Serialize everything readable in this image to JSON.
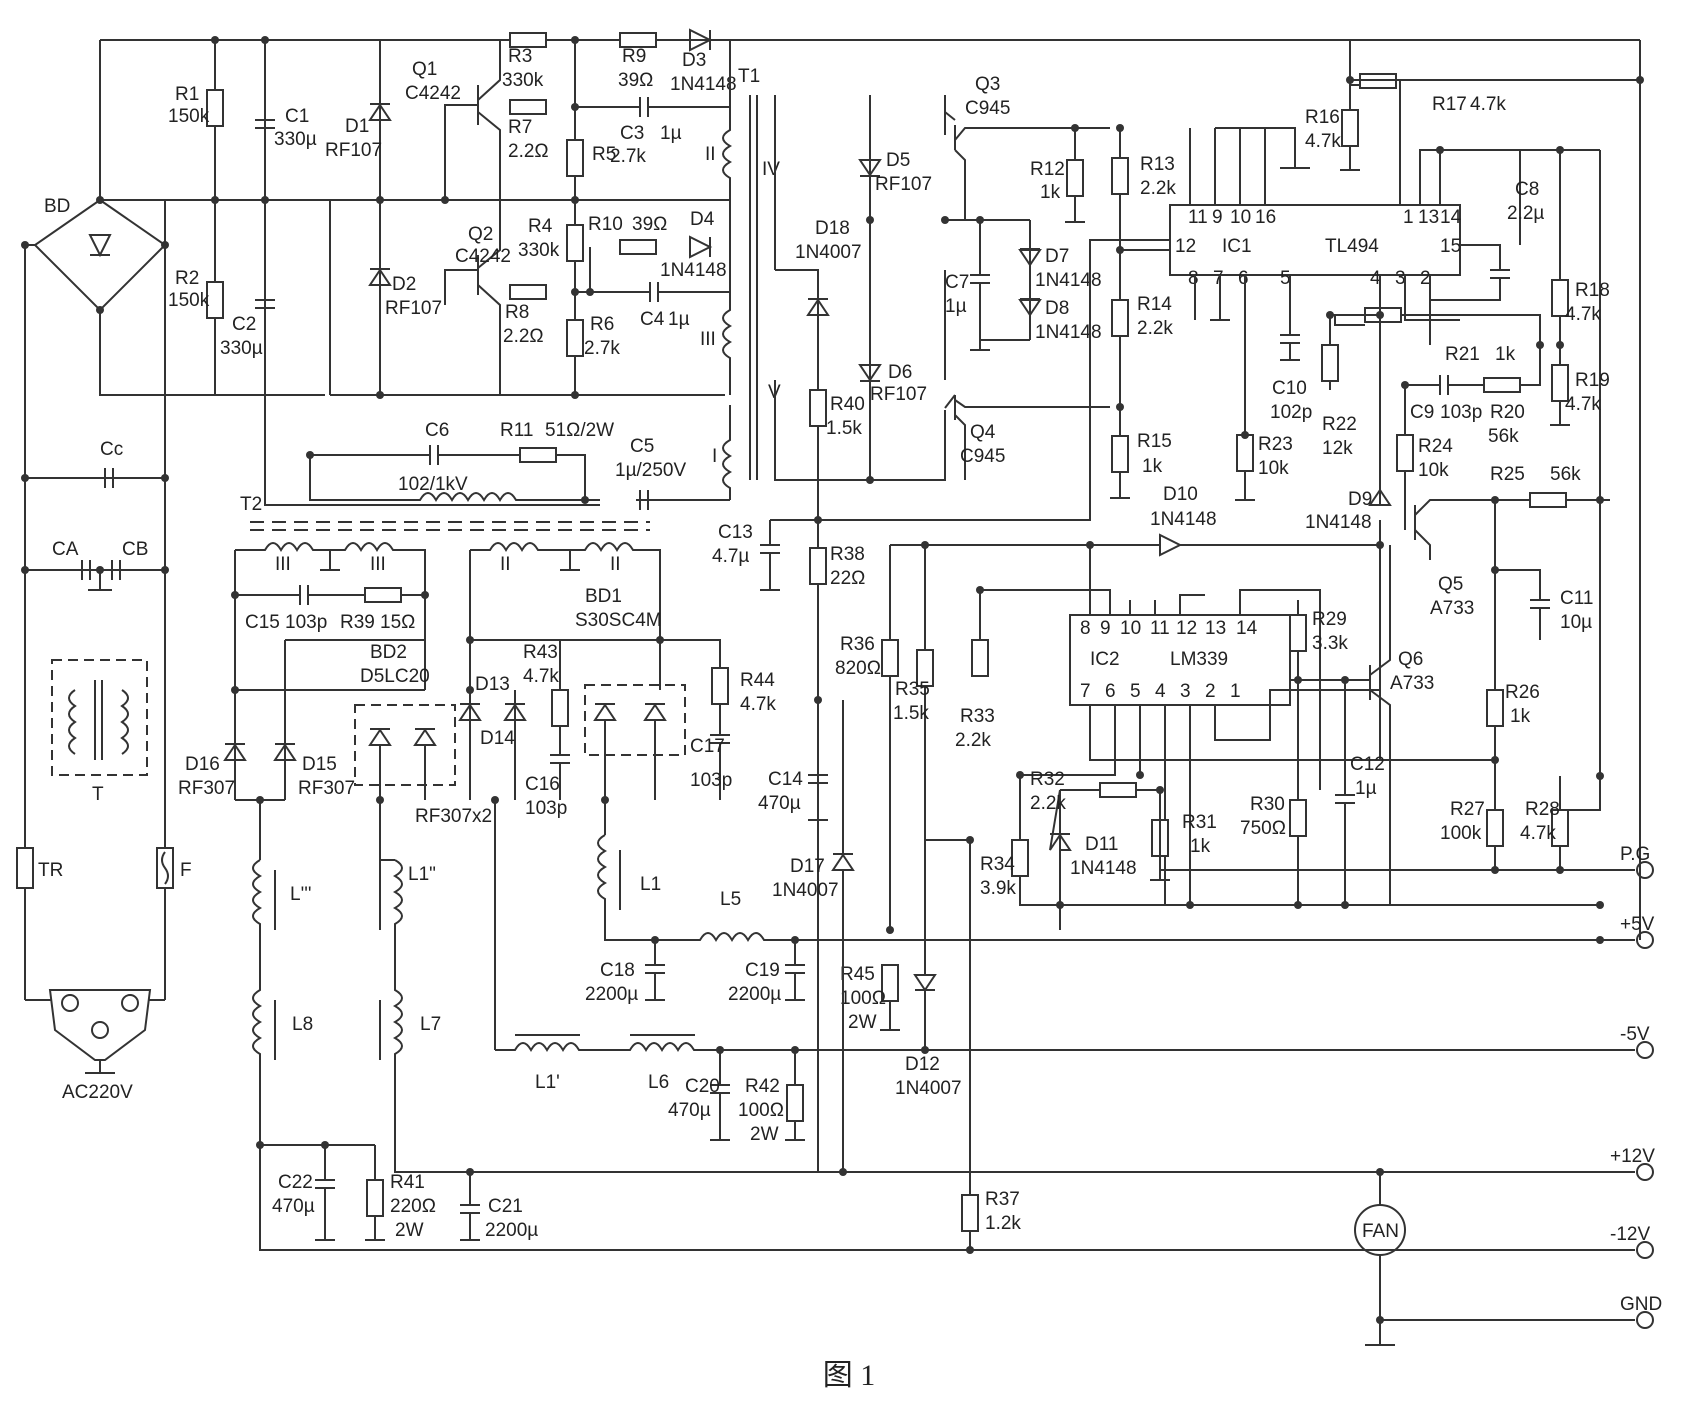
{
  "figure": {
    "caption": "图 1",
    "ic1": {
      "ref": "IC1",
      "part": "TL494",
      "pins_top": [
        "11",
        "9",
        "10",
        "16",
        "1",
        "13",
        "14"
      ],
      "pins_left": [
        "12"
      ],
      "pins_right": [
        "15"
      ],
      "pins_bottom": [
        "8",
        "7",
        "6",
        "5",
        "4",
        "3",
        "2"
      ]
    },
    "ic2": {
      "ref": "IC2",
      "part": "LM339",
      "pins_top": [
        "8",
        "9",
        "10",
        "11",
        "12",
        "13",
        "14"
      ],
      "pins_bottom": [
        "7",
        "6",
        "5",
        "4",
        "3",
        "2",
        "1"
      ]
    },
    "labels": {
      "BD": "BD",
      "R1": "R1",
      "R1v": "150k",
      "R2": "R2",
      "R2v": "150k",
      "C1": "C1",
      "C1v": "330µ",
      "C2": "C2",
      "C2v": "330µ",
      "D1": "D1",
      "D1v": "RF107",
      "D2": "D2",
      "D2v": "RF107",
      "Q1": "Q1",
      "Q1v": "C4242",
      "Q2": "Q2",
      "Q2v": "C4242",
      "R3": "R3",
      "R3v": "330k",
      "R7": "R7",
      "R7v": "2.2Ω",
      "R9": "R9",
      "R9v": "39Ω",
      "D3": "D3",
      "D3v": "1N4148",
      "C3": "C3",
      "C3v": "2.7k",
      "C3b": "1µ",
      "R5": "R5",
      "R4": "R4",
      "R4v": "330k",
      "R10": "R10",
      "R10v": "39Ω",
      "D4": "D4",
      "D4v": "1N4148",
      "R8": "R8",
      "R8v": "2.2Ω",
      "R6": "R6",
      "R6v": "2.7k",
      "C4": "C4",
      "C4v": "1µ",
      "T1": "T1",
      "II": "II",
      "III": "III",
      "I": "I",
      "IV": "IV",
      "V": "V",
      "C6": "C6",
      "C6v": "102/1kV",
      "R11": "R11",
      "R11v": "51Ω/2W",
      "C5": "C5",
      "C5v": "1µ/250V",
      "Cc": "Cc",
      "CA": "CA",
      "CB": "CB",
      "T": "T",
      "TR": "TR",
      "F": "F",
      "AC": "AC220V",
      "T2": "T2",
      "D5": "D5",
      "D5v": "RF107",
      "D6": "D6",
      "D6v": "RF107",
      "D18": "D18",
      "D18v": "1N4007",
      "R40": "R40",
      "R40v": "1.5k",
      "Q3": "Q3",
      "Q3v": "C945",
      "Q4": "Q4",
      "Q4v": "C945",
      "C7": "C7",
      "C7v": "1µ",
      "D7": "D7",
      "D7v": "1N4148",
      "D8": "D8",
      "D8v": "1N4148",
      "R12": "R12",
      "R12v": "1k",
      "R13": "R13",
      "R13v": "2.2k",
      "R14": "R14",
      "R14v": "2.2k",
      "R15": "R15",
      "R15v": "1k",
      "R16": "R16",
      "R16v": "4.7k",
      "R17": "R17",
      "R17v": "4.7k",
      "C8": "C8",
      "C8v": "2.2µ",
      "C10": "C10",
      "C10v": "102p",
      "R22": "R22",
      "R22v": "12k",
      "R23": "R23",
      "R23v": "10k",
      "R18": "R18",
      "R18v": "4.7k",
      "R19": "R19",
      "R19v": "4.7k",
      "R21": "R21",
      "R21v": "1k",
      "C9": "C9",
      "C9v": "103p",
      "R20": "R20",
      "R20v": "56k",
      "R24": "R24",
      "R24v": "10k",
      "D9": "D9",
      "D9v": "1N4148",
      "D10": "D10",
      "D10v": "1N4148",
      "R25": "R25",
      "R25v": "56k",
      "Q5": "Q5",
      "Q5v": "A733",
      "C11": "C11",
      "C11v": "10µ",
      "Q6": "Q6",
      "Q6v": "A733",
      "R29": "R29",
      "R29v": "3.3k",
      "R26": "R26",
      "R26v": "1k",
      "R27": "R27",
      "R27v": "100k",
      "R28": "R28",
      "R28v": "4.7k",
      "C12": "C12",
      "C12v": "1µ",
      "R30": "R30",
      "R30v": "750Ω",
      "R31": "R31",
      "R31v": "1k",
      "R32": "R32",
      "R32v": "2.2k",
      "D11": "D11",
      "D11v": "1N4148",
      "R34": "R34",
      "R34v": "3.9k",
      "R33": "R33",
      "R33v": "2.2k",
      "R35": "R35",
      "R35v": "1.5k",
      "R36": "R36",
      "R36v": "820Ω",
      "C13": "C13",
      "C13v": "4.7µ",
      "R38": "R38",
      "R38v": "22Ω",
      "C14": "C14",
      "C14v": "470µ",
      "D17": "D17",
      "D17v": "1N4007",
      "D12": "D12",
      "D12v": "1N4007",
      "R45": "R45",
      "R45v": "100Ω",
      "R45w": "2W",
      "R37": "R37",
      "R37v": "1.2k",
      "C15": "C15",
      "C15v": "103p",
      "R39": "R39",
      "R39v": "15Ω",
      "BD2": "BD2",
      "BD2v": "D5LC20",
      "BD1": "BD1",
      "BD1v": "S30SC4M",
      "D16": "D16",
      "D16v": "RF307",
      "D15": "D15",
      "D15v": "RF307",
      "RF307x2": "RF307x2",
      "D13": "D13",
      "D14": "D14",
      "R43": "R43",
      "R43v": "4.7k",
      "R44": "R44",
      "R44v": "4.7k",
      "C16": "C16",
      "C16v": "103p",
      "C17": "C17",
      "C17v": "103p",
      "L1": "L1",
      "L5": "L5",
      "L1pp": "L1\"",
      "Lppp": "L'''",
      "L8": "L8",
      "L7": "L7",
      "L1p": "L1'",
      "L6": "L6",
      "C18": "C18",
      "C18v": "2200µ",
      "C19": "C19",
      "C19v": "2200µ",
      "C20": "C20",
      "C20v": "470µ",
      "R42": "R42",
      "R42v": "100Ω",
      "R42w": "2W",
      "C22": "C22",
      "C22v": "470µ",
      "R41": "R41",
      "R41v": "220Ω",
      "R41w": "2W",
      "C21": "C21",
      "C21v": "2200µ",
      "FAN": "FAN"
    },
    "outputs": [
      "P.G",
      "+5V",
      "-5V",
      "+12V",
      "-12V",
      "GND"
    ]
  }
}
